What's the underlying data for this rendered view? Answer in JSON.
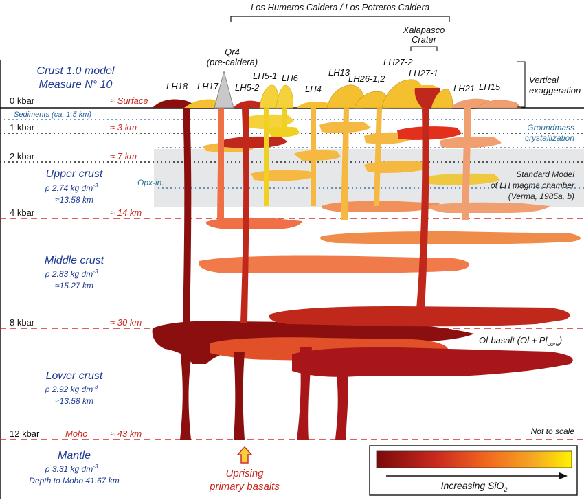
{
  "header": {
    "caldera": "Los Humeros Caldera / Los Potreros Caldera",
    "crater_line1": "Xalapasco",
    "crater_line2": "Crater"
  },
  "model": {
    "title_line1": "Crust 1.0 model",
    "title_line2": "Measure N° 10"
  },
  "vertical_note": {
    "line1": "Vertical",
    "line2": "exaggeration"
  },
  "volcanoes": {
    "lh18": "LH18",
    "lh17": "LH17",
    "qr4_line1": "Qr4",
    "qr4_line2": "(pre-caldera)",
    "lh5_2": "LH5-2",
    "lh5_1": "LH5-1",
    "lh6": "LH6",
    "lh4": "LH4",
    "lh13": "LH13",
    "lh26": "LH26-1,2",
    "lh27_2": "LH27-2",
    "lh27_1": "LH27-1",
    "lh21": "LH21",
    "lh15": "LH15"
  },
  "levels": {
    "p0": "0 kbar",
    "d0": "≈ Surface",
    "sediments": "Sediments (ca. 1.5 km)",
    "p1": "1 kbar",
    "d1": "≈ 3 km",
    "p2": "2 kbar",
    "d2": "≈ 7 km",
    "p4": "4 kbar",
    "d4": "≈ 14 km",
    "p8": "8 kbar",
    "d8": "≈ 30 km",
    "p12": "12 kbar",
    "moho": "Moho",
    "d12": "≈ 43 km"
  },
  "layers": {
    "upper": {
      "name": "Upper crust",
      "rho_prefix": "ρ 2.74 kg dm",
      "thickness": "≈13.58 km"
    },
    "middle": {
      "name": "Middle crust",
      "rho_prefix": "ρ 2.83 kg dm",
      "thickness": "≈15.27 km"
    },
    "lower": {
      "name": "Lower crust",
      "rho_prefix": "ρ 2.92 kg dm",
      "thickness": "≈13.58 km"
    },
    "mantle": {
      "name": "Mantle",
      "rho_prefix": "ρ 3.31 kg dm",
      "thickness": "Depth to Moho 41.67 km"
    },
    "exponent": "-3"
  },
  "annotations": {
    "groundmass_line1": "Groundmass",
    "groundmass_line2": "crystallization",
    "opx": "Opx-in.",
    "standard_line1": "Standard Model",
    "standard_line2": "of LH magma chamber",
    "standard_line3": "(Verma, 1985a, b)",
    "olbasalt_main": "Ol-basalt (Ol + Pl",
    "olbasalt_sub": "core",
    "olbasalt_end": ")",
    "not_to_scale": "Not to scale",
    "uprising_line1": "Uprising",
    "uprising_line2": "primary basalts"
  },
  "legend": {
    "label_main": "Increasing SiO",
    "label_sub": "2",
    "gradient": [
      "#7a0a0a",
      "#c8281e",
      "#f0641e",
      "#f5a623",
      "#fff200"
    ]
  },
  "colors": {
    "dark_red": "#8b0f0f",
    "red": "#c0281c",
    "orange_red": "#e2502a",
    "orange": "#f08c4a",
    "salmon": "#f0a070",
    "light_orange": "#f5b840",
    "yellow": "#f0d020",
    "moho_line": "#d22b2b",
    "dotted_line": "#1f3a6a",
    "model_box": "#e6e7e8"
  }
}
